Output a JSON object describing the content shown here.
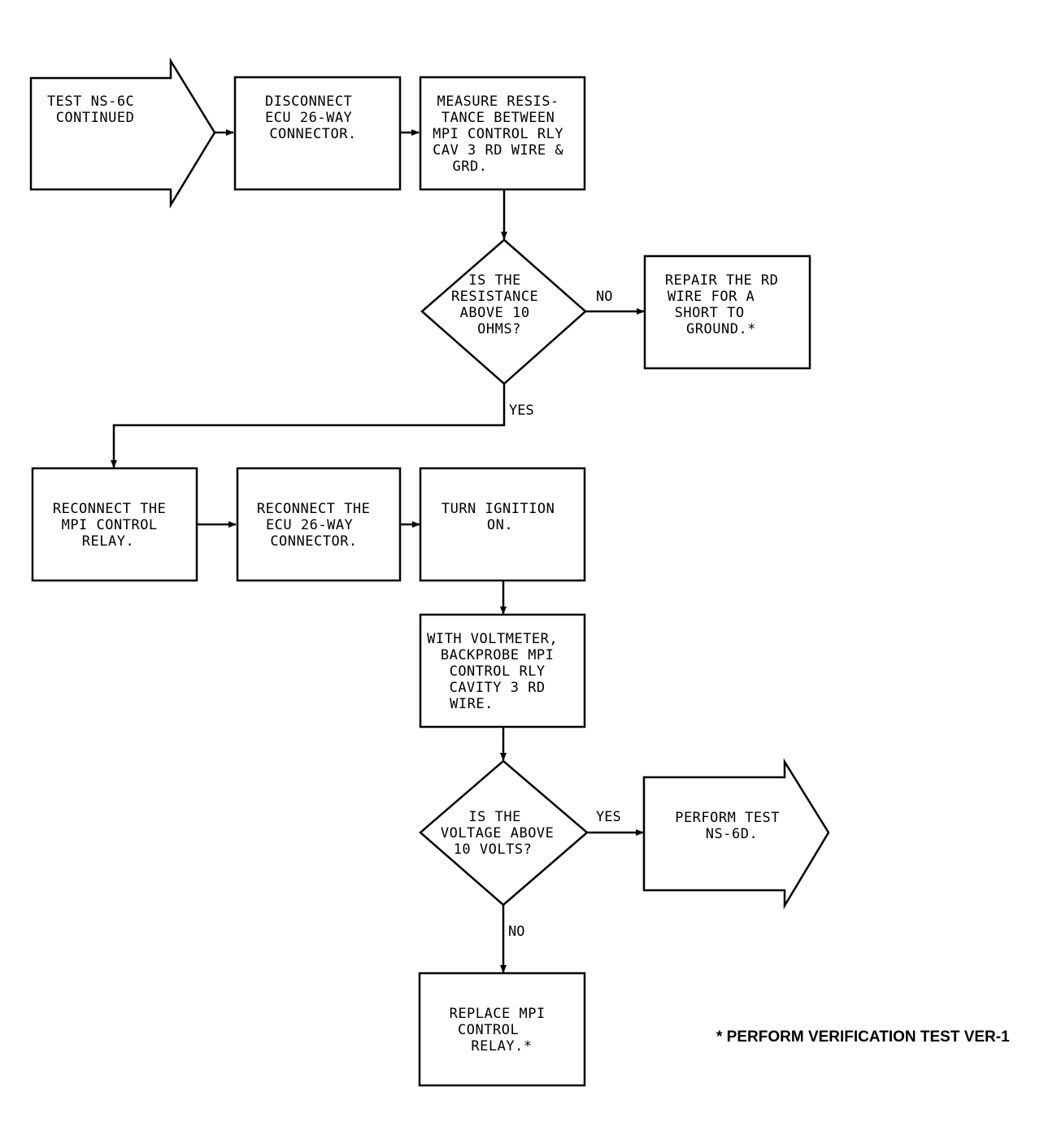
{
  "nodes": {
    "start": {
      "lines": [
        "TEST NS-6C",
        "CONTINUED"
      ]
    },
    "disconnect": {
      "lines": [
        "DISCONNECT",
        "ECU 26-WAY",
        "CONNECTOR."
      ]
    },
    "measure": {
      "lines": [
        "MEASURE RESIS-",
        "TANCE BETWEEN",
        "MPI CONTROL RLY",
        "CAV 3 RD WIRE &",
        "GRD."
      ]
    },
    "decision1": {
      "lines": [
        "IS THE",
        "RESISTANCE",
        "ABOVE 10",
        "OHMS?"
      ]
    },
    "repair": {
      "lines": [
        "REPAIR THE RD",
        "WIRE FOR A",
        "SHORT TO",
        "GROUND.*"
      ]
    },
    "reconnect_relay": {
      "lines": [
        "RECONNECT THE",
        "MPI CONTROL",
        "RELAY."
      ]
    },
    "reconnect_ecu": {
      "lines": [
        "RECONNECT THE",
        "ECU 26-WAY",
        "CONNECTOR."
      ]
    },
    "ignition": {
      "lines": [
        "TURN IGNITION",
        "ON."
      ]
    },
    "voltmeter": {
      "lines": [
        "WITH VOLTMETER,",
        "BACKPROBE MPI",
        "CONTROL RLY",
        "CAVITY 3 RD",
        "WIRE."
      ]
    },
    "decision2": {
      "lines": [
        "IS THE",
        "VOLTAGE ABOVE",
        "10 VOLTS?"
      ]
    },
    "perform": {
      "lines": [
        "PERFORM TEST",
        "NS-6D."
      ]
    },
    "replace": {
      "lines": [
        "REPLACE MPI",
        "CONTROL",
        "RELAY.*"
      ]
    }
  },
  "edge_labels": {
    "d1_no": "NO",
    "d1_yes": "YES",
    "d2_yes": "YES",
    "d2_no": "NO"
  },
  "footnote": "* PERFORM VERIFICATION TEST VER-1",
  "colors": {
    "stroke": "#000000",
    "background": "#ffffff"
  }
}
